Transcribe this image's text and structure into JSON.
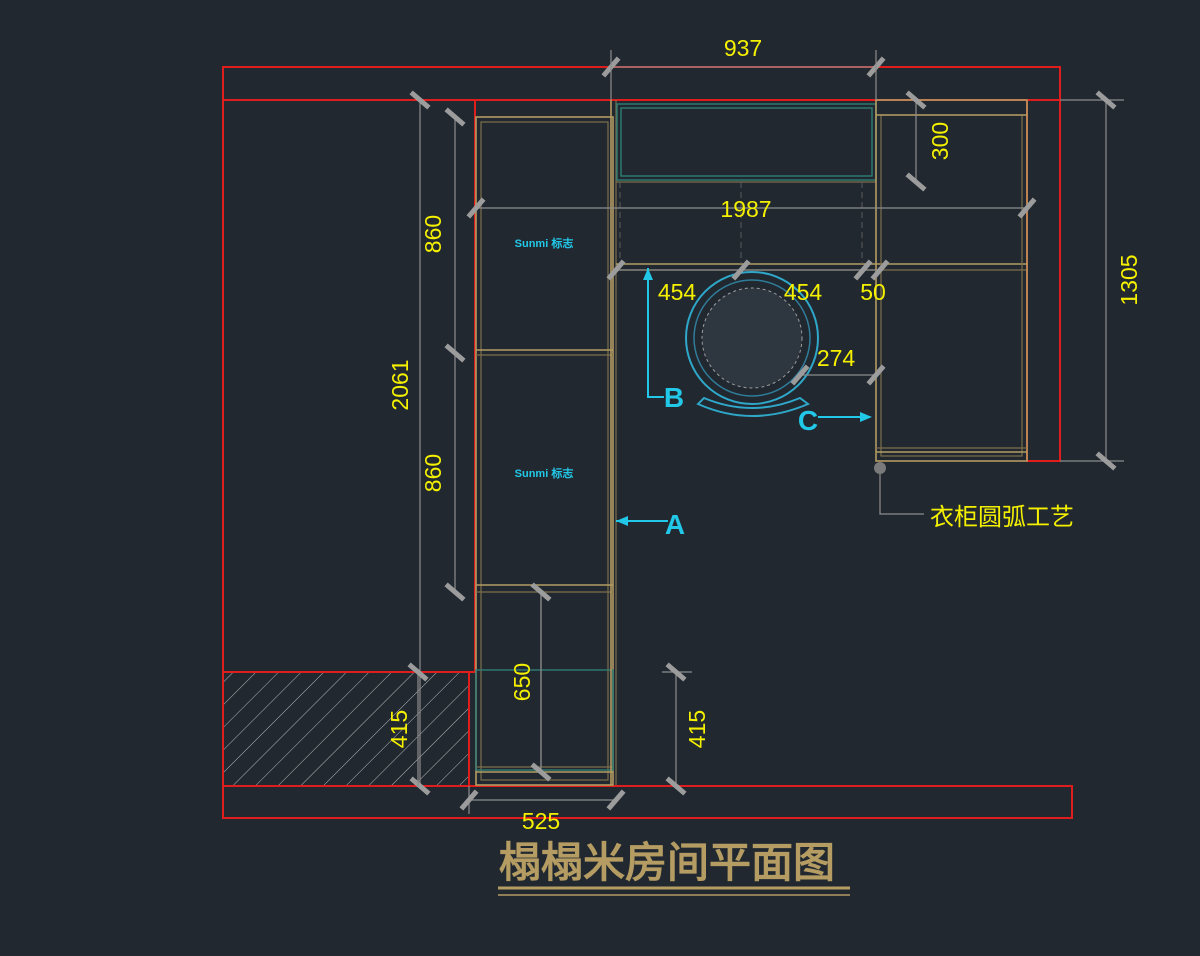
{
  "drawing": {
    "title": "榻榻米房间平面图",
    "annotation": "衣柜圆弧工艺",
    "cabinet_label": "Sunmi 标志",
    "view_markers": {
      "a": "A",
      "b": "B",
      "c": "C"
    },
    "dimensions": {
      "top_width": "937",
      "desk_width": "1987",
      "top_shelf_height": "300",
      "right_height": "1305",
      "total_height": "2061",
      "upper_cab": "860",
      "middle_cab": "860",
      "bottom_cab": "650",
      "left_platform": "415",
      "right_platform": "415",
      "bottom_width": "525",
      "gap_left": "454",
      "gap_right": "454",
      "gap_end": "50",
      "chair_offset": "274"
    },
    "colors": {
      "background": "#212830",
      "wall": "#e01d1d",
      "cabinet": "#b49c62",
      "dimension_text": "#f4f000",
      "marker": "#22c8e8",
      "title": "#b49c62"
    }
  }
}
